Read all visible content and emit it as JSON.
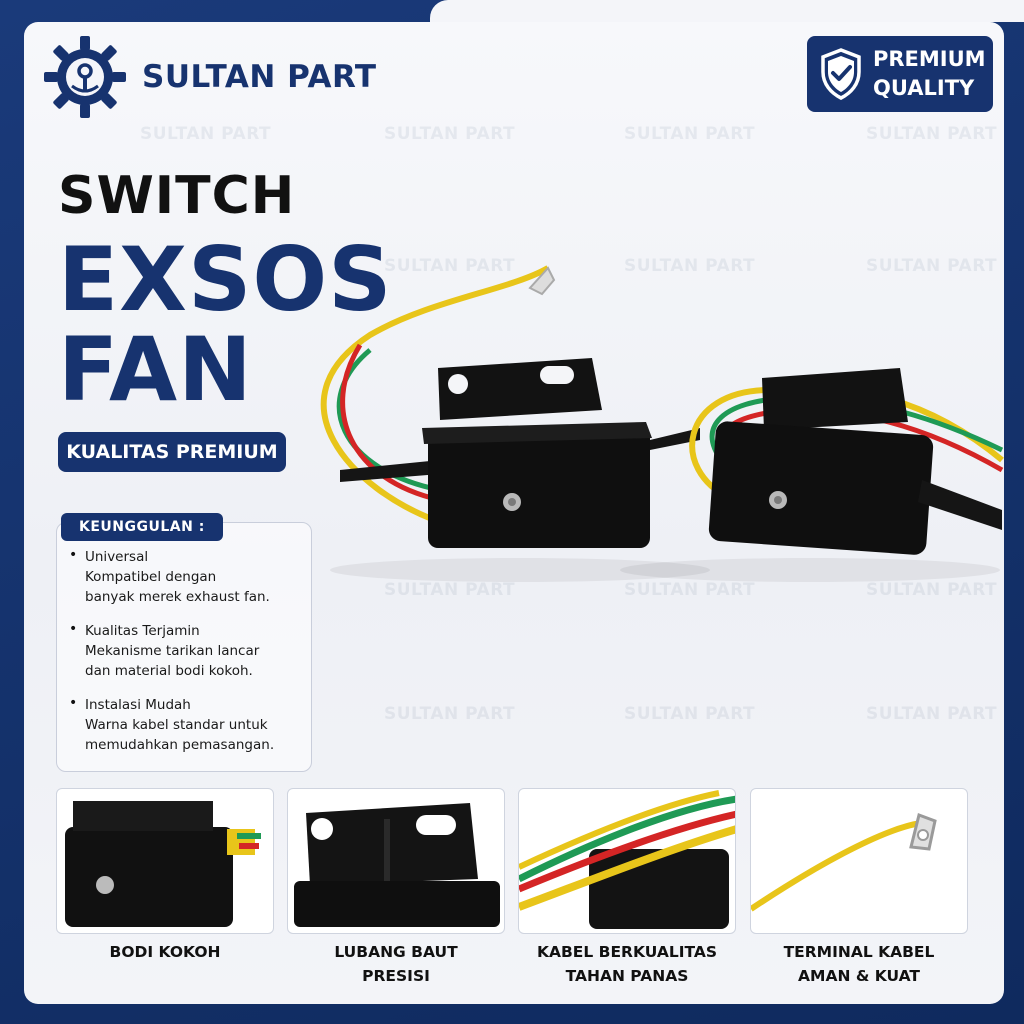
{
  "brand": {
    "name": "SULTAN PART",
    "badge_line1": "PREMIUM",
    "badge_line2": "QUALITY",
    "watermark": "SULTAN PART",
    "primary_color": "#17336f"
  },
  "title": {
    "line1": "SWITCH",
    "line2": "EXSOS",
    "line3": "FAN",
    "tagline": "KUALITAS PREMIUM"
  },
  "features": {
    "heading": "KEUNGGULAN :",
    "items": [
      {
        "title": "Universal",
        "desc1": "Kompatibel dengan",
        "desc2": "banyak merek exhaust fan."
      },
      {
        "title": "Kualitas Terjamin",
        "desc1": "Mekanisme tarikan lancar",
        "desc2": "dan material bodi kokoh."
      },
      {
        "title": "Instalasi Mudah",
        "desc1": "Warna kabel standar untuk",
        "desc2": "memudahkan pemasangan."
      }
    ]
  },
  "thumbnails": [
    {
      "line1": "BODI KOKOH",
      "line2": ""
    },
    {
      "line1": "LUBANG BAUT",
      "line2": "PRESISI"
    },
    {
      "line1": "KABEL BERKUALITAS",
      "line2": "TAHAN PANAS"
    },
    {
      "line1": "TERMINAL KABEL",
      "line2": "AMAN & KUAT"
    }
  ],
  "icons": {
    "logo": "gear-icon",
    "badge": "shield-check-icon"
  },
  "wire_colors": {
    "yellow": "#e8c51a",
    "green": "#1f9a55",
    "red": "#d42525"
  }
}
